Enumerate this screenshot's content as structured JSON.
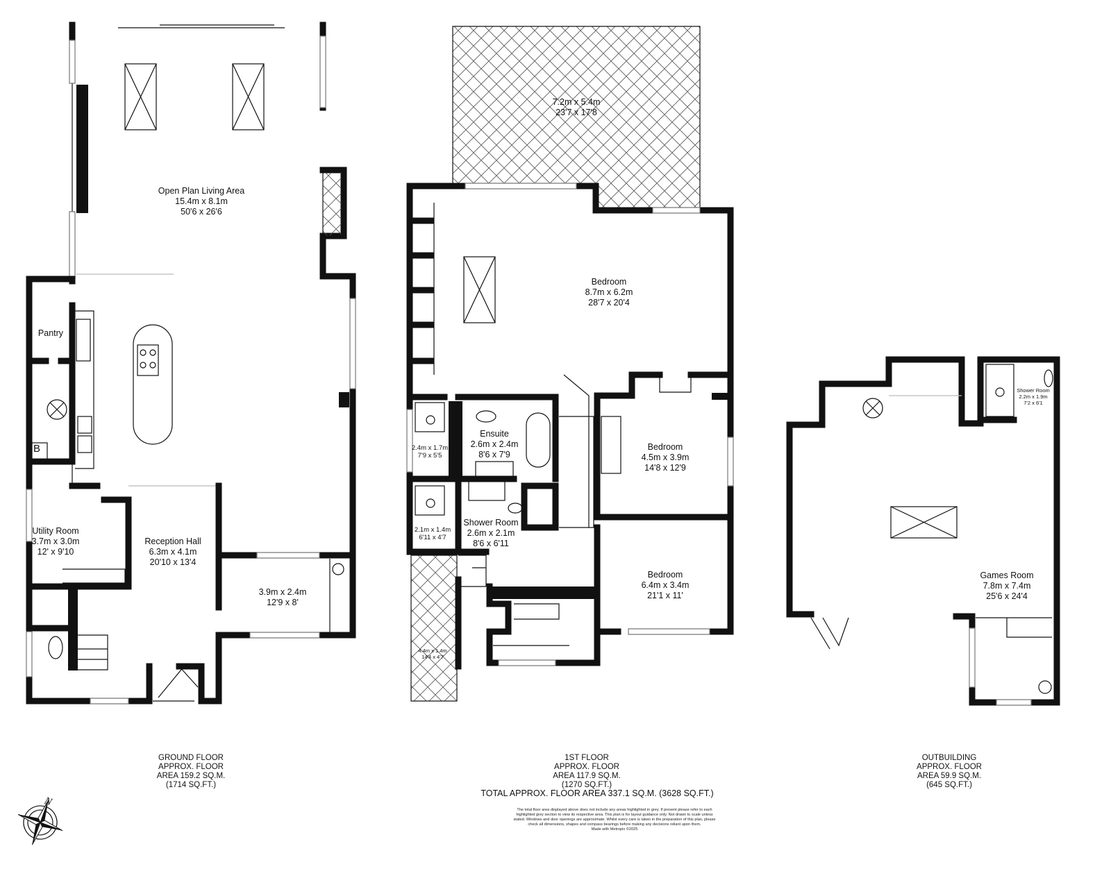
{
  "ground_floor": {
    "rooms": [
      {
        "name": "Open Plan Living Area",
        "metric": "15.4m x 8.1m",
        "imperial": "50'6 x 26'6"
      },
      {
        "name": "Pantry"
      },
      {
        "name": "Utility Room",
        "metric": "3.7m x 3.0m",
        "imperial": "12' x 9'10"
      },
      {
        "name": "Reception Hall",
        "metric": "6.3m x 4.1m",
        "imperial": "20'10 x 13'4"
      },
      {
        "name": "",
        "metric": "3.9m x 2.4m",
        "imperial": "12'9 x 8'"
      }
    ],
    "boiler_label": "B",
    "caption": [
      "GROUND FLOOR",
      "APPROX. FLOOR",
      "AREA 159.2 SQ.M.",
      "(1714 SQ.FT.)"
    ]
  },
  "first_floor": {
    "rooms": [
      {
        "name": "",
        "metric": "7.2m x 5.4m",
        "imperial": "23'7 x 17'8"
      },
      {
        "name": "Bedroom",
        "metric": "8.7m x 6.2m",
        "imperial": "28'7 x 20'4"
      },
      {
        "name": "Ensuite",
        "metric": "2.6m x 2.4m",
        "imperial": "8'6 x 7'9"
      },
      {
        "name": "",
        "metric": "2.4m x 1.7m",
        "imperial": "7'9 x 5'5"
      },
      {
        "name": "Bedroom",
        "metric": "4.5m x 3.9m",
        "imperial": "14'8 x 12'9"
      },
      {
        "name": "",
        "metric": "2.1m x 1.4m",
        "imperial": "6'11 x 4'7"
      },
      {
        "name": "Shower Room",
        "metric": "2.6m x 2.1m",
        "imperial": "8'6 x 6'11"
      },
      {
        "name": "Bedroom",
        "metric": "6.4m x 3.4m",
        "imperial": "21'1 x 11'"
      },
      {
        "name": "",
        "metric": "4.4m x 1.4m",
        "imperial": "14'4 x 4'7"
      }
    ],
    "caption": [
      "1ST FLOOR",
      "APPROX. FLOOR",
      "AREA 117.9 SQ.M.",
      "(1270 SQ.FT.)"
    ]
  },
  "outbuilding": {
    "rooms": [
      {
        "name": "Shower Room",
        "metric": "2.2m x 1.9m",
        "imperial": "7'2 x 6'1"
      },
      {
        "name": "Games Room",
        "metric": "7.8m x 7.4m",
        "imperial": "25'6 x 24'4"
      }
    ],
    "caption": [
      "OUTBUILDING",
      "APPROX. FLOOR",
      "AREA 59.9 SQ.M.",
      "(645 SQ.FT.)"
    ]
  },
  "total": "TOTAL APPROX. FLOOR AREA 337.1 SQ.M. (3628 SQ.FT.)",
  "disclaimer": "The total floor area displayed above does not include any areas highlighted in grey. If present please refer to each highlighted grey section to view its respective area. This plan is for layout guidance only. Not drawn to scale unless stated. Windows and door openings are approximate. Whilst every care is taken in the preparation of this plan, please check all dimensions, shapes and compass bearings before making any decisions reliant upon them.",
  "credit": "Made with Metropix ©2025",
  "compass_label": "N"
}
